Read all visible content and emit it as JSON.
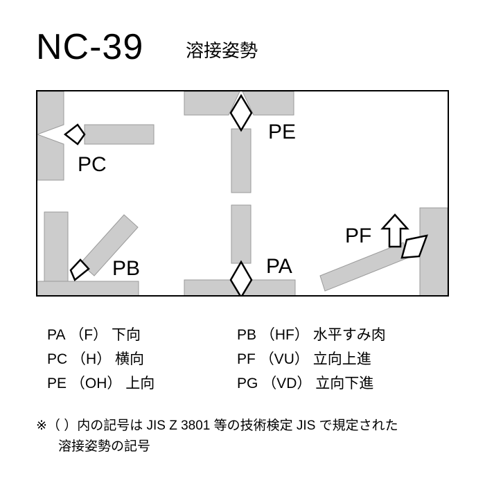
{
  "header": {
    "code": "NC-39",
    "subtitle": "溶接姿勢"
  },
  "diagram": {
    "panels": [
      {
        "id": "pc",
        "label": "PC",
        "description": "horizontal-position-groove-weld"
      },
      {
        "id": "pe",
        "label": "PE",
        "description": "overhead-position-groove-weld"
      },
      {
        "id": "pb",
        "label": "PB",
        "description": "horizontal-fillet-weld"
      },
      {
        "id": "pa",
        "label": "PA",
        "description": "flat-position-groove-weld"
      },
      {
        "id": "pf",
        "label": "PF",
        "description": "vertical-up-position-weld"
      }
    ],
    "colors": {
      "plate_fill": "#cccccc",
      "plate_stroke": "#9a9a9a",
      "outline": "#000000",
      "background": "#ffffff"
    }
  },
  "legend": {
    "rows": [
      {
        "left": {
          "code": "PA",
          "symbol": "（F）",
          "name": "下向"
        },
        "right": {
          "code": "PB",
          "symbol": "（HF）",
          "name": "水平すみ肉"
        }
      },
      {
        "left": {
          "code": "PC",
          "symbol": "（H）",
          "name": "横向"
        },
        "right": {
          "code": "PF",
          "symbol": "（VU）",
          "name": "立向上進"
        }
      },
      {
        "left": {
          "code": "PE",
          "symbol": "（OH）",
          "name": "上向"
        },
        "right": {
          "code": "PG",
          "symbol": "（VD）",
          "name": "立向下進"
        }
      }
    ]
  },
  "footnote": {
    "line1": "※（ ）内の記号は JIS Z 3801 等の技術検定 JIS で規定された",
    "line2": "溶接姿勢の記号"
  }
}
